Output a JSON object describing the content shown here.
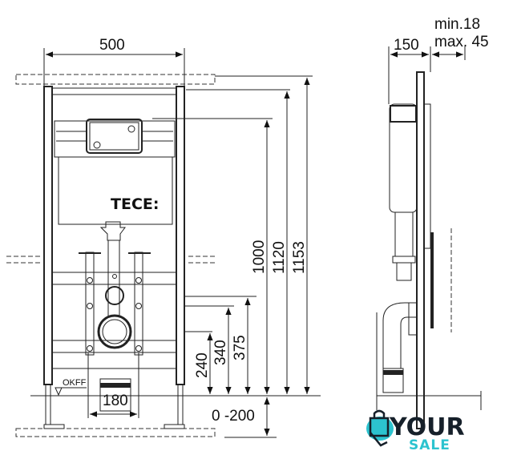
{
  "front_view": {
    "brand_label": "TECE:",
    "floor_label": "OKFF",
    "dimensions": {
      "width": "500",
      "drain_width": "180",
      "h_240": "240",
      "h_340": "340",
      "h_375": "375",
      "h_1000": "1000",
      "h_1120": "1120",
      "h_1153": "1153",
      "floor_range": "0 -200"
    }
  },
  "side_view": {
    "depth": "150",
    "wall_min": "min.18",
    "wall_max": "max. 45"
  },
  "watermark": {
    "line1": "YOUR",
    "line2": "SALE",
    "accent": "#2cc3cf"
  }
}
